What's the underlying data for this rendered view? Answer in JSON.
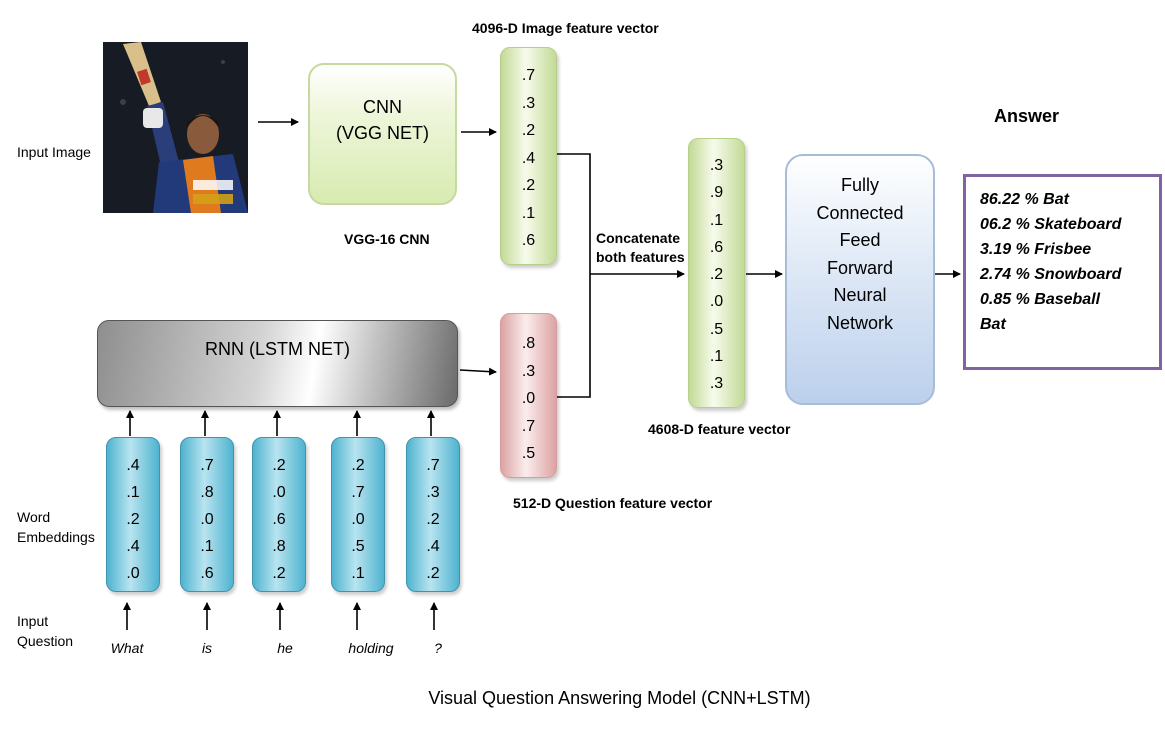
{
  "labels": {
    "image_feature_title": "4096-D Image feature vector",
    "input_image": "Input Image",
    "cnn_line1": "CNN",
    "cnn_line2": "(VGG NET)",
    "vgg16": "VGG-16 CNN",
    "concat_line1": "Concatenate",
    "concat_line2": "both features",
    "rnn": "RNN (LSTM NET)",
    "combined_vector": "4608-D feature vector",
    "question_vector": "512-D  Question feature vector",
    "word_emb_line1": "Word",
    "word_emb_line2": "Embeddings",
    "input_q_line1": "Input",
    "input_q_line2": "Question",
    "answer_title": "Answer",
    "caption": "Visual Question Answering Model (CNN+LSTM)"
  },
  "fc_lines": [
    "Fully",
    "Connected",
    "Feed",
    "Forward",
    "Neural",
    "Network"
  ],
  "image_vector": [
    ".7",
    ".3",
    ".2",
    ".4",
    ".2",
    ".1",
    ".6"
  ],
  "question_feature": [
    ".8",
    ".3",
    ".0",
    ".7",
    ".5"
  ],
  "combined_feature": [
    ".3",
    ".9",
    ".1",
    ".6",
    ".2",
    ".0",
    ".5",
    ".1",
    ".3"
  ],
  "word_embeddings": [
    {
      "word": "What",
      "values": [
        ".4",
        ".1",
        ".2",
        ".4",
        ".0"
      ]
    },
    {
      "word": "is",
      "values": [
        ".7",
        ".8",
        ".0",
        ".1",
        ".6"
      ]
    },
    {
      "word": "he",
      "values": [
        ".2",
        ".0",
        ".6",
        ".8",
        ".2"
      ]
    },
    {
      "word": "holding",
      "values": [
        ".2",
        ".7",
        ".0",
        ".5",
        ".1"
      ]
    },
    {
      "word": "?",
      "values": [
        ".7",
        ".3",
        ".2",
        ".4",
        ".2"
      ]
    }
  ],
  "answers": [
    "86.22 % Bat",
    "06.2 % Skateboard",
    "3.19 % Frisbee",
    "2.74 % Snowboard",
    "0.85 % Baseball",
    "Bat"
  ]
}
